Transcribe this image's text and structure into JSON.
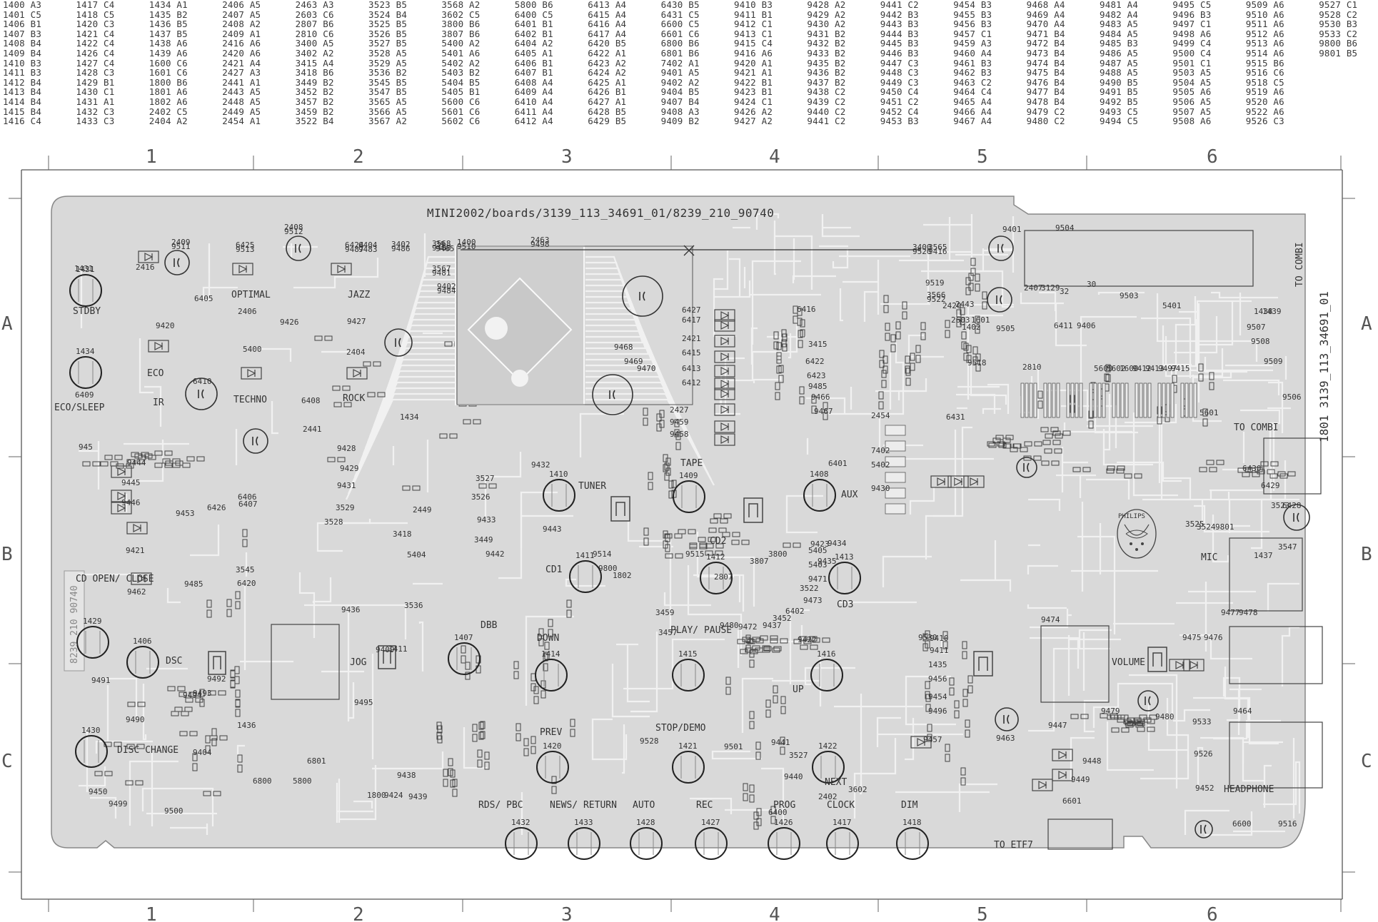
{
  "reference_table": [
    [
      "1400 A3",
      "1401 C5",
      "1406 B1",
      "1407 B3",
      "1408 B4",
      "1409 B4",
      "1410 B3",
      "1411 B3",
      "1412 B4",
      "1413 B4",
      "1414 B4",
      "1415 B4",
      "1416 C4"
    ],
    [
      "1417 C4",
      "1418 C5",
      "1420 C3",
      "1421 C4",
      "1422 C4",
      "1426 C4",
      "1427 C4",
      "1428 C3",
      "1429 B1",
      "1430 C1",
      "1431 A1",
      "1432 C3",
      "1433 C3"
    ],
    [
      "1434 A1",
      "1435 B2",
      "1436 B5",
      "1437 B5",
      "1438 A6",
      "1439 A6",
      "1600 C6",
      "1601 C6",
      "1800 B6",
      "1801 A6",
      "1802 A6",
      "2402 C5",
      "2404 A2"
    ],
    [
      "2406 A5",
      "2407 A5",
      "2408 A2",
      "2409 A1",
      "2416 A6",
      "2420 A6",
      "2421 A4",
      "2427 A3",
      "2441 A1",
      "2443 A5",
      "2448 A5",
      "2449 A5",
      "2454 A1"
    ],
    [
      "2463 A3",
      "2603 C6",
      "2807 B6",
      "2810 C6",
      "3400 A5",
      "3402 A2",
      "3415 A4",
      "3418 B6",
      "3449 B2",
      "3452 B2",
      "3457 B2",
      "3459 B2",
      "3522 B4"
    ],
    [
      "3523 B5",
      "3524 B4",
      "3525 B5",
      "3526 B5",
      "3527 B5",
      "3528 A5",
      "3529 A5",
      "3536 B2",
      "3545 B5",
      "3547 B5",
      "3565 A5",
      "3566 A5",
      "3567 A2"
    ],
    [
      "3568 A2",
      "3602 C5",
      "3800 B6",
      "3807 B6",
      "5400 A2",
      "5401 A6",
      "5402 A2",
      "5403 B2",
      "5404 B5",
      "5405 B1",
      "5600 C6",
      "5601 C6",
      "5602 C6"
    ],
    [
      "5800 B6",
      "6400 C5",
      "6401 B1",
      "6402 B1",
      "6404 A2",
      "6405 A1",
      "6406 B1",
      "6407 B1",
      "6408 A4",
      "6409 A4",
      "6410 A4",
      "6411 A4",
      "6412 A4"
    ],
    [
      "6413 A4",
      "6415 A4",
      "6416 A4",
      "6417 A4",
      "6420 B5",
      "6422 A1",
      "6423 A2",
      "6424 A2",
      "6425 A1",
      "6426 B1",
      "6427 A1",
      "6428 B5",
      "6429 B5"
    ],
    [
      "6430 B5",
      "6431 C5",
      "6600 C5",
      "6601 C6",
      "6800 B6",
      "6801 B6",
      "7402 A1",
      "9401 A5",
      "9402 A2",
      "9404 B5",
      "9407 B4",
      "9408 A3",
      "9409 B2"
    ],
    [
      "9410 B3",
      "9411 B1",
      "9412 C1",
      "9413 C1",
      "9415 C4",
      "9416 A6",
      "9420 A1",
      "9421 A1",
      "9422 B1",
      "9423 B1",
      "9424 C1",
      "9426 A2",
      "9427 A2"
    ],
    [
      "9428 A2",
      "9429 A2",
      "9430 A2",
      "9431 B2",
      "9432 B2",
      "9433 B2",
      "9435 B2",
      "9436 B2",
      "9437 B2",
      "9438 C2",
      "9439 C2",
      "9440 C2",
      "9441 C2"
    ],
    [
      "9441 C2",
      "9442 B3",
      "9443 B3",
      "9444 B3",
      "9445 B3",
      "9446 B3",
      "9447 C3",
      "9448 C3",
      "9449 C3",
      "9450 C4",
      "9451 C2",
      "9452 C4",
      "9453 B3"
    ],
    [
      "9454 B3",
      "9455 B3",
      "9456 B3",
      "9457 C1",
      "9459 A3",
      "9460 A4",
      "9461 B3",
      "9462 B3",
      "9463 C2",
      "9464 C4",
      "9465 A4",
      "9466 A4",
      "9467 A4"
    ],
    [
      "9468 A4",
      "9469 A4",
      "9470 A4",
      "9471 B4",
      "9472 B4",
      "9473 B4",
      "9474 B4",
      "9475 B4",
      "9476 B4",
      "9477 B4",
      "9478 B4",
      "9479 C2",
      "9480 C2"
    ],
    [
      "9481 A4",
      "9482 A4",
      "9483 A5",
      "9484 A5",
      "9485 B3",
      "9486 A5",
      "9487 A5",
      "9488 A5",
      "9490 B5",
      "9491 B5",
      "9492 B5",
      "9493 C5",
      "9494 C5"
    ],
    [
      "9495 C5",
      "9496 B3",
      "9497 C1",
      "9498 A6",
      "9499 C4",
      "9500 C4",
      "9501 C1",
      "9503 A5",
      "9504 A5",
      "9505 A6",
      "9506 A5",
      "9507 A5",
      "9508 A6"
    ],
    [
      "9509 A6",
      "9510 A6",
      "9511 A6",
      "9512 A6",
      "9513 A6",
      "9514 A6",
      "9515 B6",
      "9516 C6",
      "9518 C5",
      "9519 A6",
      "9520 A6",
      "9522 A6",
      "9526 C3"
    ],
    [
      "9527 C1",
      "9528 C2",
      "9530 B3",
      "9533 C2",
      "9800 B6",
      "9801 B5"
    ]
  ],
  "zones": {
    "columns": [
      "1",
      "2",
      "3",
      "4",
      "5",
      "6"
    ],
    "rows": [
      "A",
      "B",
      "C"
    ]
  },
  "board_title": "MINI2002/boards/3139_113_34691_01/8239_210_90740",
  "vertical_id_right": "1801 3139_113_34691_01",
  "vertical_id_left": "8239 210 90740",
  "controls": [
    {
      "id": "1431",
      "label": "STDBY"
    },
    {
      "id": "1434",
      "label": "ECO/SLEEP"
    },
    {
      "id": "1429",
      "label": "CD OPEN/ CLOSE"
    },
    {
      "id": "1406",
      "label": "DSC"
    },
    {
      "id": "1430",
      "label": "DISC CHANGE"
    },
    {
      "id": "1410",
      "label": "TUNER"
    },
    {
      "id": "1409",
      "label": "TAPE"
    },
    {
      "id": "1408",
      "label": "AUX"
    },
    {
      "id": "1411",
      "label": "CD1"
    },
    {
      "id": "1412",
      "label": "CD2"
    },
    {
      "id": "1413",
      "label": "CD3"
    },
    {
      "id": "1407",
      "label": "DBB"
    },
    {
      "id": "1414",
      "label": "DOWN"
    },
    {
      "id": "1415",
      "label": "PLAY/ PAUSE"
    },
    {
      "id": "1416",
      "label": "UP"
    },
    {
      "id": "1420",
      "label": "PREV"
    },
    {
      "id": "1421",
      "label": "STOP/DEMO"
    },
    {
      "id": "1422",
      "label": "NEXT"
    },
    {
      "id": "1432",
      "label": "RDS/ PBC"
    },
    {
      "id": "1433",
      "label": "NEWS/ RETURN"
    },
    {
      "id": "1428",
      "label": "AUTO"
    },
    {
      "id": "1427",
      "label": "REC"
    },
    {
      "id": "1426",
      "label": "PROG"
    },
    {
      "id": "1417",
      "label": "CLOCK"
    },
    {
      "id": "1418",
      "label": "DIM"
    }
  ],
  "board_labels": {
    "optimal": "OPTIMAL",
    "jazz": "JAZZ",
    "eco": "ECO",
    "ir": "IR",
    "techno": "TECHNO",
    "rock": "ROCK",
    "jog": "JOG",
    "volume": "VOLUME",
    "mic": "MIC",
    "headphone": "HEADPHONE",
    "to_combi_1": "TO COMBI",
    "to_combi_2": "TO COMBI",
    "to_etf7": "TO ETF7",
    "philips": "PHILIPS"
  },
  "component_labels": [
    "1400",
    "2409",
    "2408",
    "6425",
    "6424",
    "6404",
    "3402",
    "3568",
    "3567",
    "9402",
    "39",
    "2463",
    "3400",
    "3565",
    "3566",
    "9401",
    "9504",
    "2407",
    "3129",
    "32",
    "30",
    "9503",
    "1439",
    "1438",
    "2416",
    "9519",
    "6405",
    "1431",
    "9420",
    "6427",
    "6417",
    "6416",
    "3415",
    "2421",
    "6415",
    "6413",
    "6412",
    "6411",
    "9406",
    "5401",
    "9505",
    "2406",
    "9426",
    "9427",
    "5400",
    "2404",
    "6422",
    "6423",
    "9485",
    "9466",
    "9467",
    "9468",
    "9469",
    "9470",
    "2427",
    "9459",
    "9458",
    "6410",
    "6409",
    "6408",
    "2441",
    "1434",
    "9428",
    "9429",
    "2454",
    "7402",
    "5402",
    "9430",
    "9431",
    "3529",
    "3528",
    "3527",
    "3526",
    "9432",
    "9433",
    "3449",
    "9442",
    "9443",
    "945",
    "9444",
    "9445",
    "9446",
    "9453",
    "9421",
    "6426",
    "6407",
    "6406",
    "6401",
    "9423",
    "9434",
    "5405",
    "5403",
    "9471",
    "3522",
    "9473",
    "3525",
    "3524",
    "3523",
    "6430",
    "6429",
    "6428",
    "9801",
    "3547",
    "1437",
    "3545",
    "6420",
    "3418",
    "5404",
    "2449",
    "9514",
    "9800",
    "1802",
    "9515",
    "2807",
    "3807",
    "3800",
    "9435",
    "9436",
    "3536",
    "9409",
    "1411",
    "9485",
    "9462",
    "9480",
    "9472",
    "3459",
    "3457",
    "9437",
    "3452",
    "6402",
    "9422",
    "9411",
    "1435",
    "9456",
    "9454",
    "9496",
    "9530",
    "9410",
    "9474",
    "9476",
    "9475",
    "9477",
    "9478",
    "9491",
    "9492",
    "9493",
    "9494",
    "9495",
    "9490",
    "9404",
    "1436",
    "6801",
    "6800",
    "5800",
    "1800",
    "9424",
    "9438",
    "9439",
    "9528",
    "9501",
    "9440",
    "3527",
    "9441",
    "9457",
    "9463",
    "9447",
    "9448",
    "9449",
    "9479",
    "9480",
    "9533",
    "9526",
    "9452",
    "9464",
    "9450",
    "9499",
    "9500",
    "6400",
    "2402",
    "3602",
    "6601",
    "6600",
    "9516",
    "2810",
    "5601",
    "5600",
    "5602",
    "1600",
    "9412",
    "9413",
    "9497",
    "9415",
    "9518",
    "6431",
    "1402",
    "2603",
    "1601",
    "2443",
    "2420",
    "9506",
    "9507",
    "9508",
    "9509",
    "9510",
    "9511",
    "9512",
    "9513",
    "9487",
    "9483",
    "9486",
    "9488",
    "9481",
    "9484",
    "9465",
    "9498",
    "9520",
    "9416",
    "9522"
  ]
}
